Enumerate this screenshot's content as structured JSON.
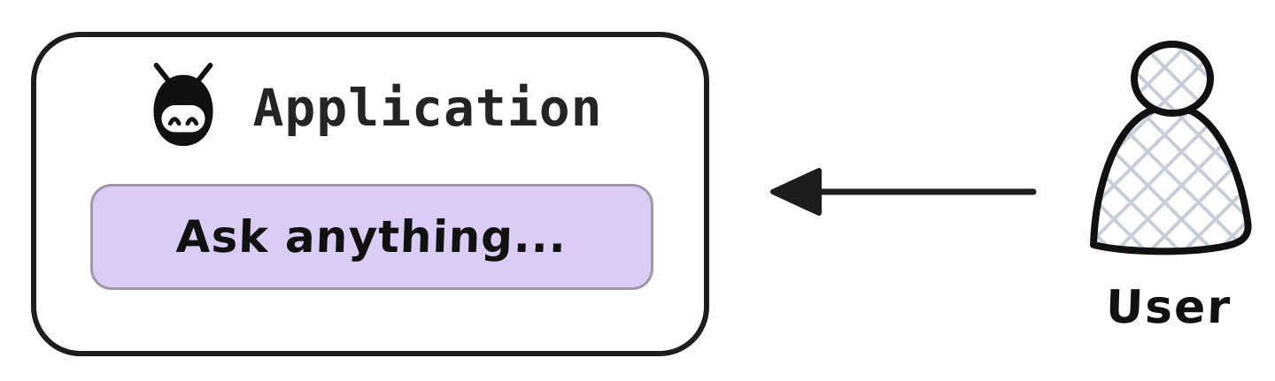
{
  "application": {
    "title": "Application",
    "icon": "robot-icon",
    "input": {
      "placeholder": "Ask anything..."
    }
  },
  "user": {
    "label": "User",
    "icon": "user-figure-icon"
  },
  "arrow": {
    "name": "user-to-application-arrow",
    "direction": "right-to-left"
  },
  "colors": {
    "outline": "#1d1d1d",
    "input_fill": "#d9cdf6",
    "input_border": "#9d98a9",
    "crosshatch": "#c8ced9",
    "background": "#ffffff"
  }
}
